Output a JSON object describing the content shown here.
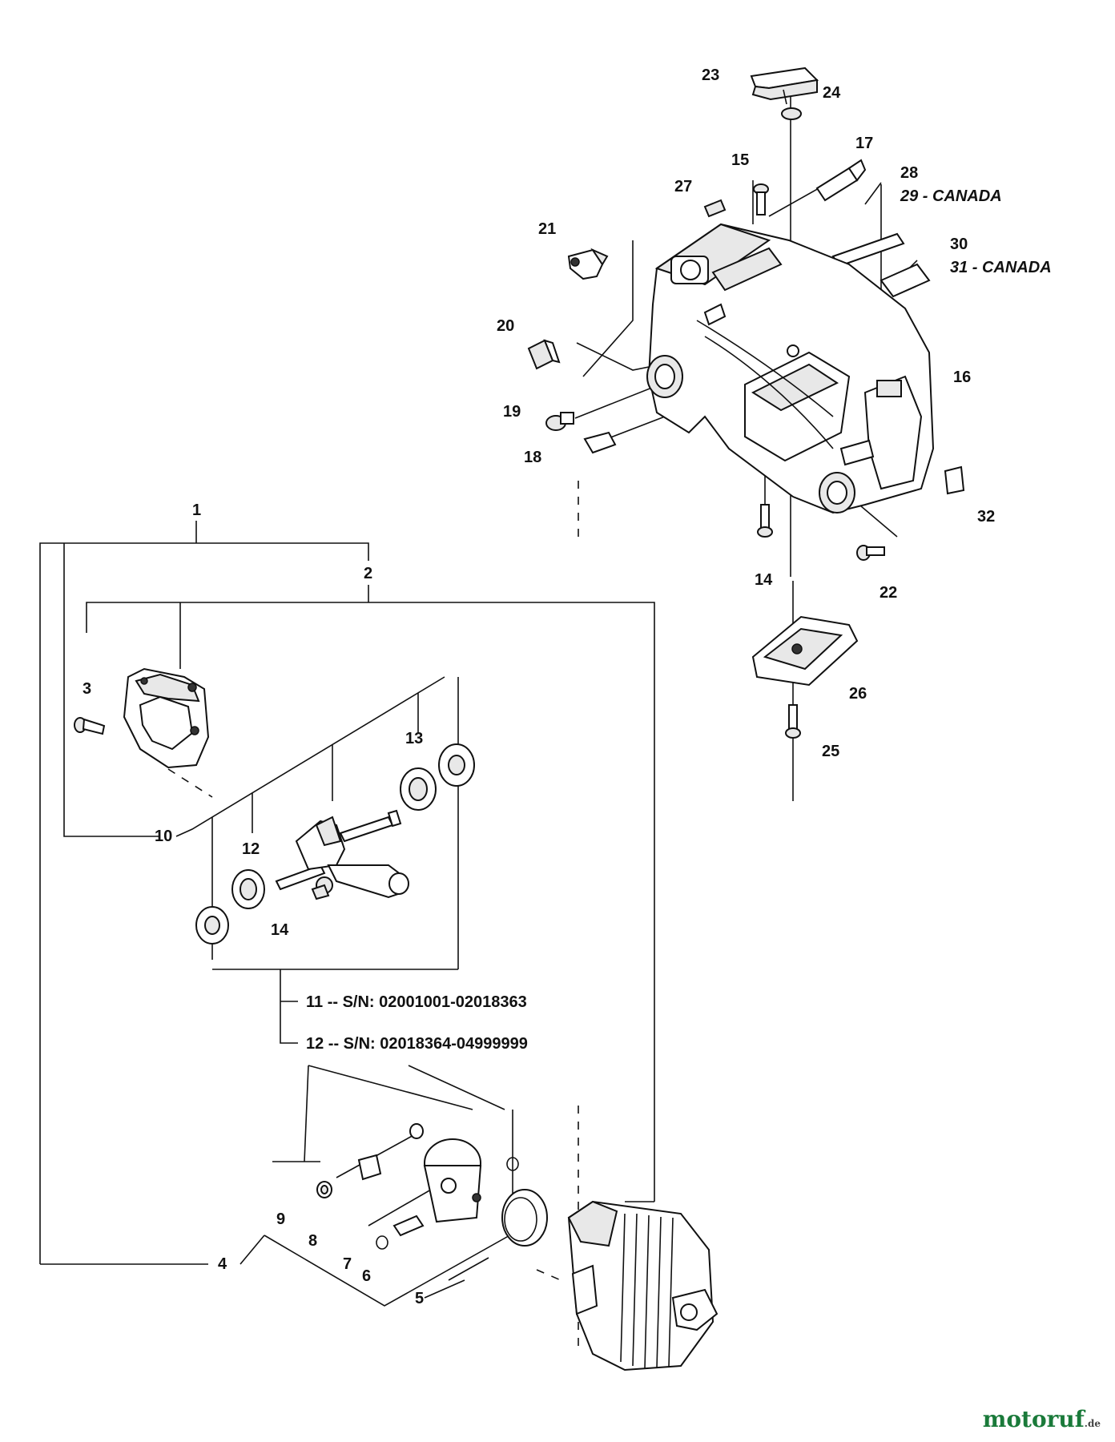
{
  "callouts": {
    "c1": "1",
    "c2": "2",
    "c3": "3",
    "c4": "4",
    "c5": "5",
    "c6": "6",
    "c7": "7",
    "c8": "8",
    "c9": "9",
    "c10": "10",
    "c12a": "12",
    "c13": "13",
    "c14a": "14",
    "c14b": "14",
    "c15": "15",
    "c16": "16",
    "c17": "17",
    "c18": "18",
    "c19": "19",
    "c20": "20",
    "c21": "21",
    "c22": "22",
    "c23": "23",
    "c24": "24",
    "c25": "25",
    "c26": "26",
    "c27": "27",
    "c28": "28",
    "c29": "29 - CANADA",
    "c30": "30",
    "c31": "31 - CANADA",
    "c32": "32"
  },
  "serial_notes": {
    "note11": "11 -- S/N: 02001001-02018363",
    "note12": "12 -- S/N: 02018364-04999999"
  },
  "watermark": {
    "brand": "motoruf",
    "suffix": ".de",
    "brand_color": "#1a7a3a",
    "accent_color": "#c62828"
  }
}
